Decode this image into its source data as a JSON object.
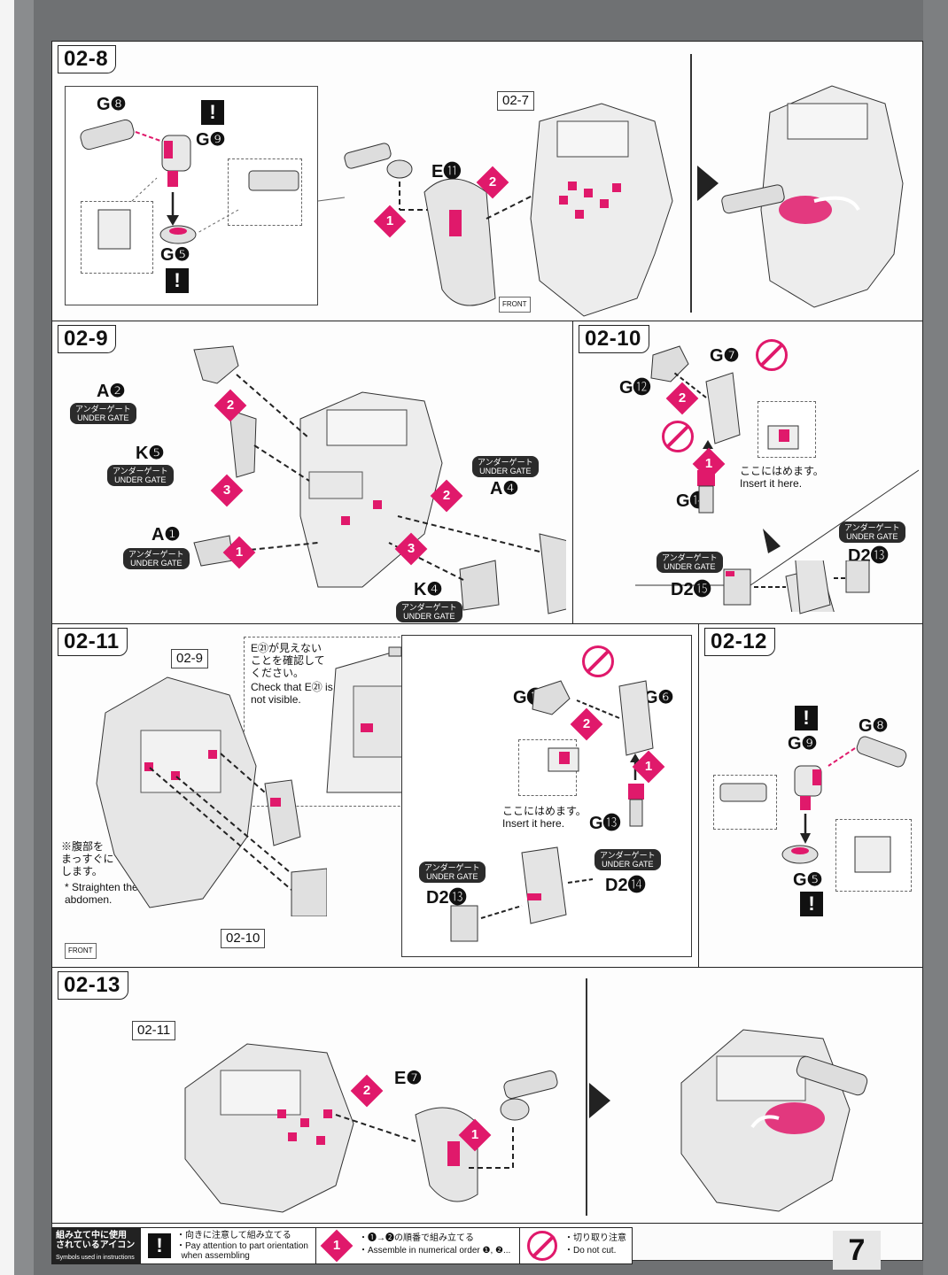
{
  "steps": {
    "s028": {
      "label": "02-8",
      "ref": "02-7",
      "parts": {
        "g8": "G❽",
        "g9": "G❾",
        "g5": "G❺",
        "e11": "E⓫"
      },
      "badges": [
        "1",
        "2"
      ],
      "front": "FRONT"
    },
    "s029": {
      "label": "02-9",
      "parts": {
        "a2": "A❷",
        "k5": "K❺",
        "a1": "A❶",
        "k4": "K❹",
        "a4": "A❹"
      },
      "badges": [
        "2",
        "3",
        "1",
        "2",
        "3"
      ]
    },
    "s0210": {
      "label": "02-10",
      "parts": {
        "g12": "G⓬",
        "g7": "G❼",
        "g14": "G⓮",
        "d215": "D2⓯",
        "d213": "D2⓭"
      },
      "insert_jp": "ここにはめます。",
      "insert_en": "Insert it here.",
      "badges": [
        "2",
        "1"
      ]
    },
    "s0211": {
      "label": "02-11",
      "ref_top": "02-9",
      "ref_bottom": "02-10",
      "check_jp": "E㉑が見えない\nことを確認して\nください。",
      "check_en": "Check that E㉑ is\nnot visible.",
      "straighten_jp": "※腹部を\nまっすぐに\nします。",
      "straighten_en": "* Straighten the\nabdomen.",
      "parts": {
        "g11": "G⓫",
        "g6": "G❻",
        "g13": "G⓭",
        "d213": "D2⓭",
        "d214": "D2⓮"
      },
      "insert_jp": "ここにはめます。",
      "insert_en": "Insert it here.",
      "badges": [
        "2",
        "1"
      ],
      "front": "FRONT"
    },
    "s0212": {
      "label": "02-12",
      "parts": {
        "g9": "G❾",
        "g8": "G❽",
        "g5": "G❺"
      }
    },
    "s0213": {
      "label": "02-13",
      "ref": "02-11",
      "parts": {
        "e7": "E❼"
      },
      "badges": [
        "2",
        "1"
      ]
    }
  },
  "under_gate": {
    "jp": "アンダーゲート",
    "en": "UNDER GATE"
  },
  "legend": {
    "title_jp": "組み立て中に使用\nされているアイコン",
    "title_en": "Symbols used in instructions",
    "orient_jp": "・向きに注意して組み立てる",
    "orient_en": "・Pay attention to part orientation\n  when assembling",
    "order_jp": "・❶→❷の順番で組み立てる",
    "order_en": "・Assemble in numerical order ❶, ❷...",
    "nocut_jp": "・切り取り注意",
    "nocut_en": "・Do not cut."
  },
  "page_number": "7",
  "colors": {
    "accent": "#e0196b",
    "ink": "#111111"
  }
}
